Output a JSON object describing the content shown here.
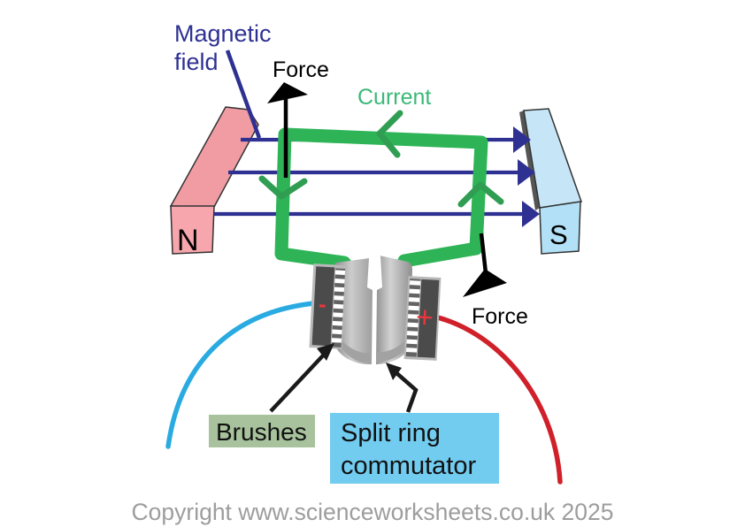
{
  "labels": {
    "magnetic_field_line1": "Magnetic",
    "magnetic_field_line2": "field",
    "force_top": "Force",
    "force_bottom": "Force",
    "current": "Current",
    "north_pole": "N",
    "south_pole": "S",
    "brushes": "Brushes",
    "split_ring_line1": "Split ring",
    "split_ring_line2": "commutator",
    "minus_terminal": "-",
    "plus_terminal": "+"
  },
  "footer": {
    "copyright": "Copyright www.scienceworksheets.co.uk 2025"
  },
  "colors": {
    "navy": "#2E3192",
    "loop_green": "#2EB457",
    "arrow_green": "#2F9E52",
    "current_text_green": "#3CB878",
    "magnet_n_face": "#F19CA3",
    "magnet_n_front": "#F6A6AC",
    "magnet_s_face": "#C6E6F7",
    "magnet_s_front": "#B2E0F6",
    "magnet_s_edge": "#555555",
    "blue_wire": "#29ABE2",
    "red_wire": "#D0202A",
    "brushes_label_bg": "#A7C29C",
    "split_ring_label_bg": "#72CCF0",
    "brush_dark": "#4B4B4B",
    "brush_frame": "#B8B8B8",
    "terminal_red": "#E8363D",
    "copyright_gray": "#9D9D9D",
    "black": "#000000"
  }
}
